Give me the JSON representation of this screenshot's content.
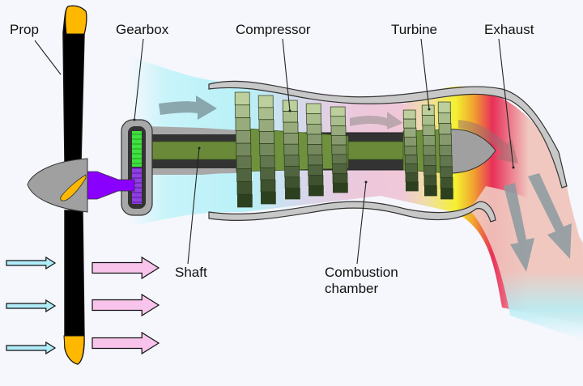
{
  "title": "Turboprop engine schematic",
  "labels": {
    "prop": "Prop",
    "gearbox": "Gearbox",
    "compressor": "Compressor",
    "turbine": "Turbine",
    "exhaust": "Exhaust",
    "shaft": "Shaft",
    "combustion_line1": "Combustion",
    "combustion_line2": "chamber"
  },
  "colors": {
    "background": "#f5f7fd",
    "intake_air": "#b8f0f7",
    "combustion": "#f0c8dc",
    "turbine_hot": "#f0f020",
    "exhaust_hot": "#e8305a",
    "exhaust_cool": "#f0c8c0",
    "blade_light": "#b8cc98",
    "blade_dark": "#2f4420",
    "shaft": "#6a8a3a",
    "casing": "#c8c8c8",
    "prop_blade": "#000000",
    "prop_tip": "#ffb800",
    "spinner": "#a0a0a0",
    "gear_green": "#40e040",
    "gear_purple": "#9040e0",
    "drive_purple": "#8a00ff",
    "inflow_arrow": "#b0ecf8",
    "outflow_arrow": "#f8c4ec",
    "flow_arrow": "#8a9aa0"
  },
  "compressor_stages": 5,
  "turbine_stages": 3,
  "inflow_arrows": 3,
  "outflow_arrows": 3
}
